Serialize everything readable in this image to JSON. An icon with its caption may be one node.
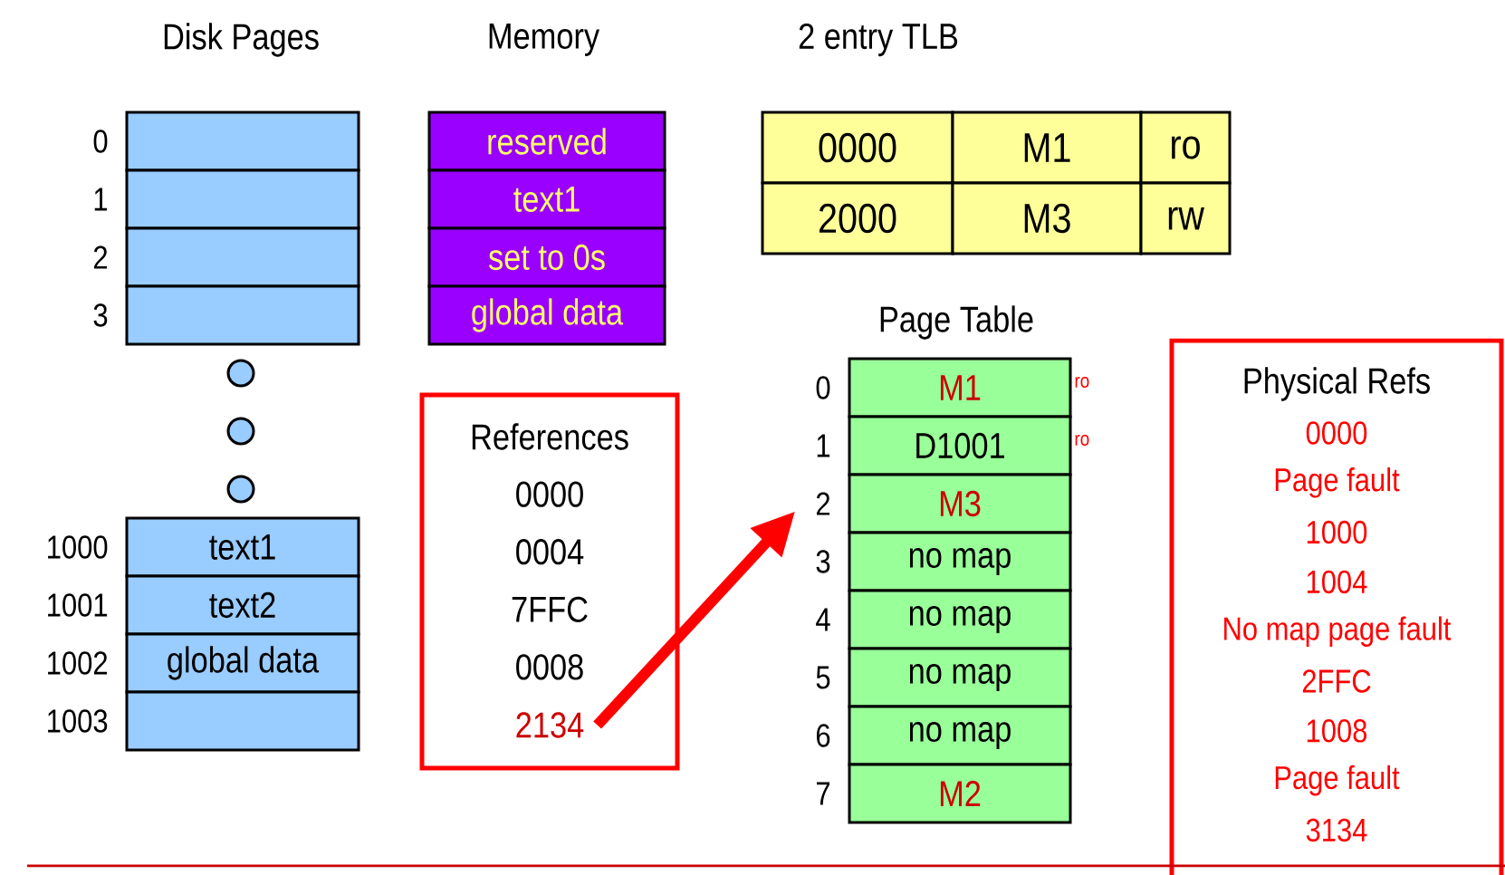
{
  "diagram": {
    "nodes": [
      {
        "text": [],
        "shape": "box",
        "beside": [
          "0"
        ]
      },
      {
        "text": [],
        "shape": "box",
        "beside": [
          "1"
        ]
      },
      {
        "text": [],
        "shape": "box",
        "beside": [
          "2"
        ]
      },
      {
        "text": [],
        "shape": "box",
        "beside": [
          "3"
        ]
      },
      {
        "text": [],
        "shape": "circle"
      },
      {
        "text": [],
        "shape": "circle"
      },
      {
        "text": [],
        "shape": "circle"
      },
      {
        "text": [
          "text1"
        ],
        "beside": [
          "1000"
        ]
      },
      {
        "text": [
          "text2"
        ],
        "beside": [
          "1001"
        ]
      },
      {
        "text": [
          "global data"
        ],
        "beside": [
          "1002"
        ]
      },
      {
        "text": [],
        "shape": "box",
        "beside": [
          "1003"
        ]
      },
      {
        "text": [
          "reserved"
        ]
      },
      {
        "text": [
          "text1"
        ]
      },
      {
        "text": [
          "set to 0s"
        ]
      },
      {
        "text": [
          "global data"
        ]
      },
      {
        "text": [
          "0000"
        ]
      },
      {
        "text": [
          "M1"
        ]
      },
      {
        "text": [
          "ro"
        ]
      },
      {
        "text": [
          "2000"
        ]
      },
      {
        "text": [
          "M3"
        ]
      },
      {
        "text": [
          "rw"
        ]
      },
      {
        "text": [
          "References",
          "0000",
          "0004",
          "7FFC",
          "0008"
        ]
      },
      {
        "text": [
          "2134"
        ],
        "in": 21
      },
      {
        "text": [
          "M1"
        ],
        "beside": [
          "0",
          "ro"
        ]
      },
      {
        "text": [
          "D1001"
        ],
        "beside": [
          "1",
          "ro"
        ]
      },
      {
        "text": [
          "M3"
        ],
        "beside": [
          "2"
        ]
      },
      {
        "text": [
          "no map"
        ],
        "beside": [
          "3"
        ]
      },
      {
        "text": [
          "no map"
        ],
        "beside": [
          "4"
        ]
      },
      {
        "text": [
          "no map"
        ],
        "beside": [
          "5"
        ]
      },
      {
        "text": [
          "no map"
        ],
        "beside": [
          "6"
        ]
      },
      {
        "text": [
          "M2"
        ],
        "beside": [
          "7"
        ]
      },
      {
        "text": [
          "Physical Refs",
          "0000",
          "Page fault",
          "1000",
          "1004",
          "No map page fault",
          "2FFC",
          "1008",
          "Page fault",
          "3134"
        ]
      }
    ],
    "edges": [
      {
        "from": 22,
        "to": 25,
        "arrow": "to",
        "color": "#ff0000"
      }
    ],
    "labels": [
      "Disk Pages",
      "Memory",
      "2 entry TLB",
      "Page Table"
    ]
  }
}
